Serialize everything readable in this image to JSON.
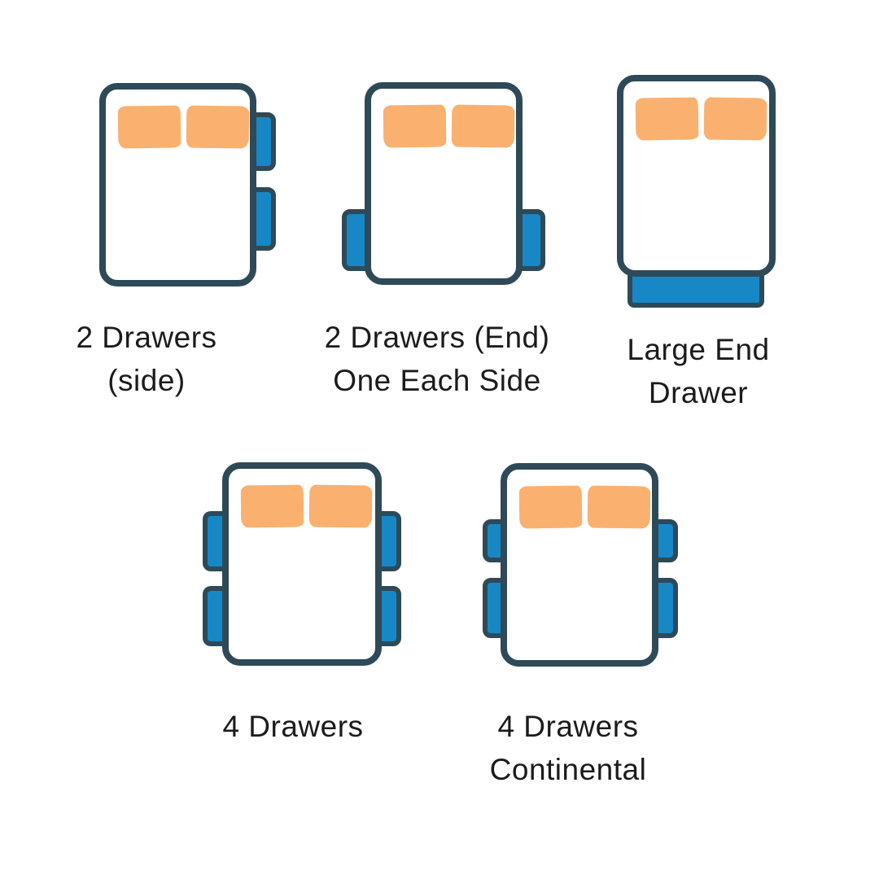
{
  "colors": {
    "outline": "#2E4A58",
    "drawer_fill": "#1788C5",
    "pillow_fill": "#FAB170",
    "text": "#1B1B1B",
    "bg": "#FFFFFF"
  },
  "beds": [
    {
      "name": "2 Drawers (side)",
      "label_lines": [
        "2 Drawers",
        "(side)"
      ],
      "drawer_count": 2,
      "drawer_placement": "two drawers on right side"
    },
    {
      "name": "2 Drawers (End) One Each Side",
      "label_lines": [
        "2 Drawers (End)",
        "One Each Side"
      ],
      "drawer_count": 2,
      "drawer_placement": "one drawer each side near foot end"
    },
    {
      "name": "Large End Drawer",
      "label_lines": [
        "Large End",
        "Drawer"
      ],
      "drawer_count": 1,
      "drawer_placement": "single full-width drawer at foot end"
    },
    {
      "name": "4 Drawers",
      "label_lines": [
        "4 Drawers"
      ],
      "drawer_count": 4,
      "drawer_placement": "two drawers on each side"
    },
    {
      "name": "4 Drawers Continental",
      "label_lines": [
        "4 Drawers",
        "Continental"
      ],
      "drawer_count": 4,
      "drawer_placement": "two drawers each side, shorter head-end drawers"
    }
  ]
}
